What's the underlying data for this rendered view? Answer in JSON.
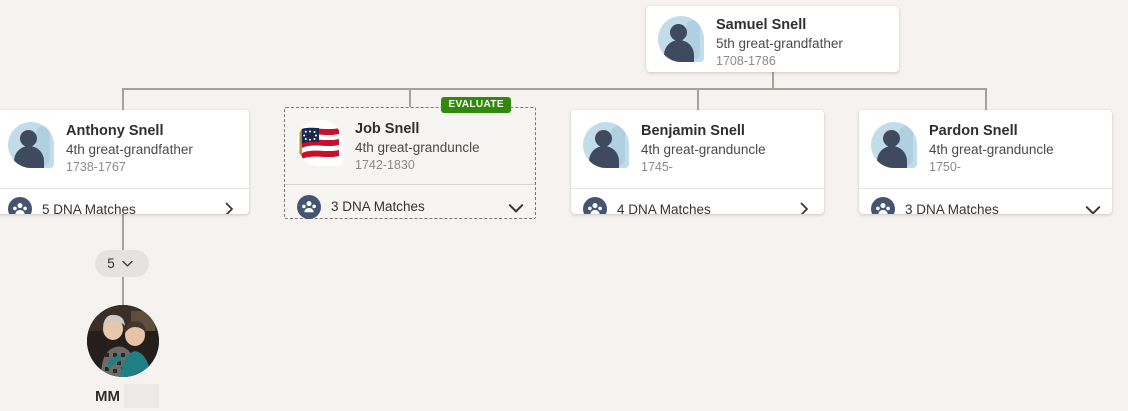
{
  "page": {
    "background_color": "#f5f2ef",
    "line_color": "#a5a29d"
  },
  "tree": {
    "root": {
      "name": "Samuel Snell",
      "relationship": "5th great-grandfather",
      "dates": "1708-1786",
      "avatar": "person-placeholder-icon"
    },
    "children": [
      {
        "name": "Anthony Snell",
        "relationship": "4th great-grandfather",
        "dates": "1738-1767",
        "avatar": "person-placeholder-icon",
        "dna_label": "5 DNA Matches",
        "dna_icon": "dna-matches-icon",
        "chevron": "chevron-right-icon",
        "selected": false,
        "badge": null
      },
      {
        "name": "Job Snell",
        "relationship": "4th great-granduncle",
        "dates": "1742-1830",
        "avatar": "american-flag-photo",
        "dna_label": "3 DNA Matches",
        "dna_icon": "dna-matches-icon",
        "chevron": "chevron-down-icon",
        "selected": true,
        "badge": "EVALUATE",
        "badge_color": "#2f8a0b"
      },
      {
        "name": "Benjamin Snell",
        "relationship": "4th great-granduncle",
        "dates": "1745-",
        "avatar": "person-placeholder-icon",
        "dna_label": "4 DNA Matches",
        "dna_icon": "dna-matches-icon",
        "chevron": "chevron-right-icon",
        "selected": false,
        "badge": null
      },
      {
        "name": "Pardon Snell",
        "relationship": "4th great-granduncle",
        "dates": "1750-",
        "avatar": "person-placeholder-icon",
        "dna_label": "3 DNA Matches",
        "dna_icon": "dna-matches-icon",
        "chevron": "chevron-down-icon",
        "selected": false,
        "badge": null
      }
    ],
    "generation_pill": {
      "count": "5",
      "chevron": "chevron-down-icon"
    },
    "user": {
      "initials": "MM",
      "surname_redacted": true,
      "photo": "couple-photo"
    }
  }
}
